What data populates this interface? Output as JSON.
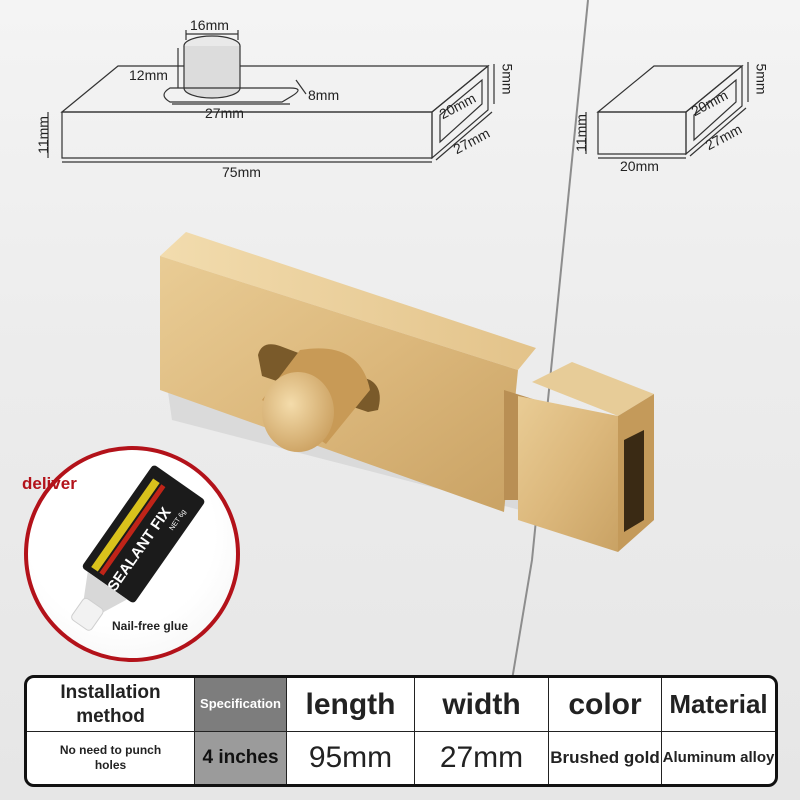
{
  "dimensions": {
    "main_block": {
      "knob_diameter": "16mm",
      "knob_height": "12mm",
      "slot_length": "27mm",
      "slot_width": "8mm",
      "height": "11mm",
      "length": "75mm",
      "depth": "27mm",
      "end_height": "20mm",
      "end_width": "5mm"
    },
    "catch_block": {
      "height": "11mm",
      "length": "20mm",
      "depth": "27mm",
      "end_height": "20mm",
      "end_width": "5mm"
    }
  },
  "inset": {
    "deliver_label": "deliver",
    "tube_brand": "SEALANT FIX",
    "tube_net": "NET 6g",
    "caption": "Nail-free glue"
  },
  "spec_table": {
    "headers": [
      "Installation method",
      "Specification",
      "length",
      "width",
      "color",
      "Material"
    ],
    "values": [
      "No need to punch holes",
      "4 inches",
      "95mm",
      "27mm",
      "Brushed gold",
      "Aluminum alloy"
    ]
  },
  "colors": {
    "gold_light": "#e6c58c",
    "gold_dark": "#c9a264",
    "accent_red": "#b3121a"
  }
}
